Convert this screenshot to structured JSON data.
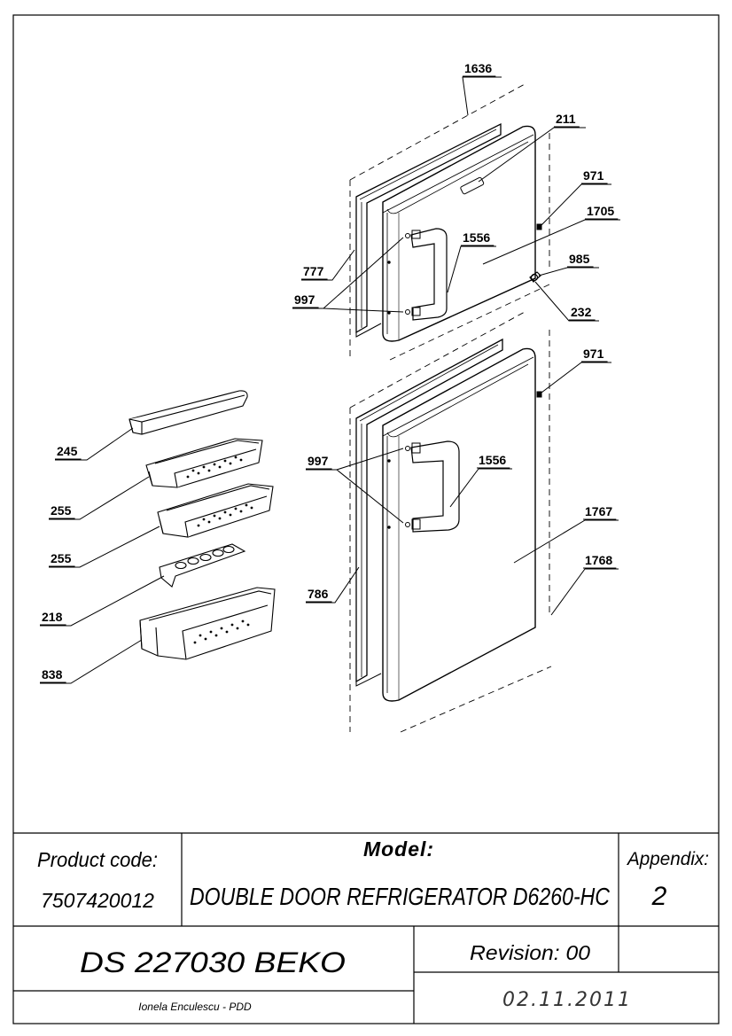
{
  "callouts": {
    "c1636": "1636",
    "c211": "211",
    "c971a": "971",
    "c1705": "1705",
    "c1556a": "1556",
    "c985": "985",
    "c777": "777",
    "c997a": "997",
    "c232": "232",
    "c971b": "971",
    "c245": "245",
    "c997b": "997",
    "c1556b": "1556",
    "c255a": "255",
    "c1767": "1767",
    "c255b": "255",
    "c1768": "1768",
    "c786": "786",
    "c218": "218",
    "c838": "838"
  },
  "title_block": {
    "product_code_label": "Product code:",
    "product_code_value": "7507420012",
    "model_label": "Model:",
    "model_value": "DOUBLE DOOR REFRIGERATOR D6260-HC",
    "appendix_label": "Appendix:",
    "appendix_value": "2",
    "document_id": "DS 227030 BEKO",
    "revision": "Revision: 00",
    "author": "Ionela Enculescu - PDD",
    "date": "02.11.2011"
  }
}
